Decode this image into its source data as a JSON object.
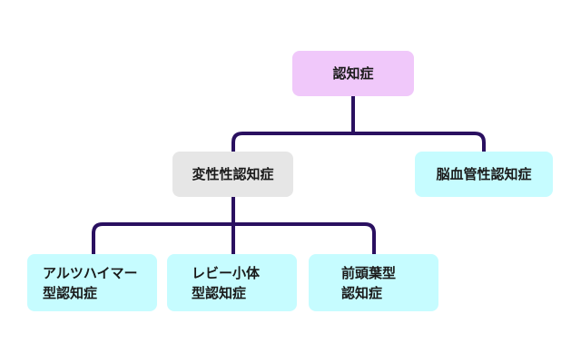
{
  "diagram": {
    "colors": {
      "connector": "#2a1060",
      "root_fill": "#f0c8fa",
      "group_fill": "#e6e6e6",
      "leaf_fill": "#c6fcff"
    },
    "root": {
      "label": "認知症"
    },
    "degenerative": {
      "label": "変性性認知症"
    },
    "vascular": {
      "label": "脳血管性認知症"
    },
    "alzheimer": {
      "label": "アルツハイマー\n型認知症"
    },
    "lewy": {
      "label": "レビー小体\n型認知症"
    },
    "frontotemporal": {
      "label": "前頭葉型\n認知症"
    }
  }
}
